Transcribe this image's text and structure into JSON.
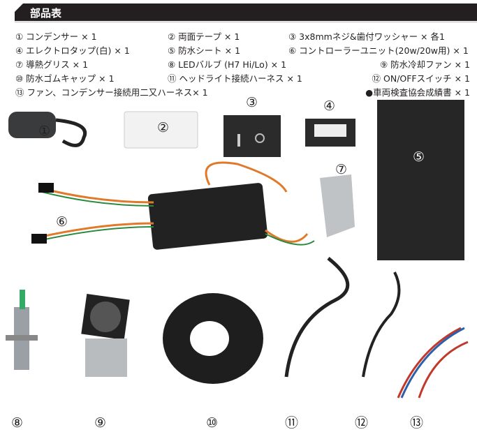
{
  "header": {
    "title": "部品表"
  },
  "items": [
    "① コンデンサー × 1",
    "② 両面テープ × 1",
    "③ 3x8mmネジ&歯付ワッシャー × 各1",
    "④ エレクトロタップ(白) × 1",
    "⑤ 防水シート × 1",
    "⑥ コントローラーユニット(20w/20w用) × 1",
    "⑦ 導熱グリス × 1",
    "⑧ LEDバルブ (H7 Hi/Lo) × 1",
    "⑨ 防水冷却ファン × 1",
    "⑩ 防水ゴムキャップ × 1",
    "⑪ ヘッドライト接続ハーネス × 1",
    "⑫ ON/OFFスイッチ × 1",
    "⑬ ファン、コンデンサー接続用二又ハーネス× 1",
    "●車両検査協会成績書 × 1"
  ],
  "photo_labels": [
    "①",
    "②",
    "③",
    "④",
    "⑤",
    "⑥",
    "⑦",
    "⑧",
    "⑨",
    "⑩",
    "⑪",
    "⑫",
    "⑬"
  ]
}
